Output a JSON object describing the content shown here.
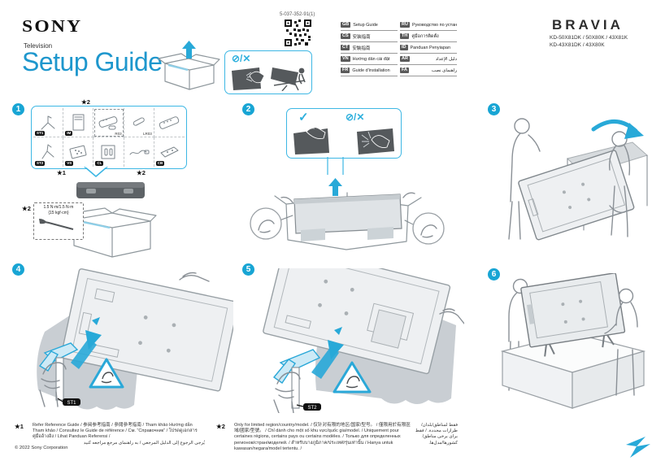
{
  "colors": {
    "accent_cyan": "#28a9d8",
    "title_blue": "#1e97cd",
    "dark_gray_art": "#55595c"
  },
  "page": {
    "brand": "SONY",
    "product_type": "Television",
    "title": "Setup Guide",
    "part_number": "5-037-352-91(1)",
    "logo": "BRAVIA",
    "models": [
      "KD-50X81DK / 50X80K / 43X81K",
      "KD-43X81DK / 43X80K"
    ],
    "copyright": "© 2022 Sony Corporation"
  },
  "languages": {
    "left": [
      {
        "code": "GB",
        "label": "Setup Guide"
      },
      {
        "code": "CS",
        "label": "安装指南"
      },
      {
        "code": "CT",
        "label": "安裝指南"
      },
      {
        "code": "VN",
        "label": "Hướng dẫn cài đặt"
      },
      {
        "code": "FR",
        "label": "Guide d'installation"
      }
    ],
    "right": [
      {
        "code": "RU",
        "label": "Руководство по установке"
      },
      {
        "code": "TH",
        "label": "คู่มือการติดตั้ง"
      },
      {
        "code": "ID",
        "label": "Panduan Penyiapan"
      },
      {
        "code": "AR",
        "label": "دليل الإعداد"
      },
      {
        "code": "FA",
        "label": "راهنمای نصب"
      }
    ]
  },
  "steps": [
    "1",
    "2",
    "3",
    "4",
    "5",
    "6"
  ],
  "symbols": {
    "check": "✓",
    "prohibit": "⊘/✕"
  },
  "accessories": {
    "star_top": "★2",
    "star_bottom_left": "★1",
    "star_bottom_right": "★2",
    "row1": [
      {
        "tag": "ST1",
        "sublabel": ""
      },
      {
        "tag": "IM",
        "sublabel": ""
      },
      {
        "tag": "",
        "sublabel": "R03"
      },
      {
        "tag": "",
        "sublabel": "LR03"
      },
      {
        "tag": "",
        "sublabel": ""
      }
    ],
    "row2": [
      {
        "tag": "ST2",
        "sublabel": ""
      },
      {
        "tag": "VS",
        "sublabel": ""
      },
      {
        "tag": "CL",
        "sublabel": ""
      },
      {
        "tag": "",
        "sublabel": ""
      },
      {
        "tag": "CB",
        "sublabel": ""
      }
    ]
  },
  "torque": {
    "star": "★2",
    "line1": "1.5 N·m/1.5 N·m",
    "line2": "{15 kgf·cm}"
  },
  "step_tags": {
    "s4": "ST1",
    "s5": "ST2"
  },
  "footnotes": {
    "star1": {
      "label": "★1",
      "text": "Refer Reference Guide / 参阅参考指南 / 參閱參考指南 / Tham khảo Hướng dẫn Tham khảo / Consultez le Guide de référence / См. “Справочник” / โปรดดูเอกสารคู่มืออ้างอิง / Lihat Panduan Referensi /",
      "text_rtl": "يُرجى الرجوع إلى الدليل المرجعي / به راهنمای مرجع مراجعه کنید"
    },
    "star2": {
      "label": "★2",
      "text": "Only for limited region/country/model. / 仅针对有限的地区/国家/型号。 / 僅限用於有限區域/國家/型號。 / Chỉ dành cho một số khu vực/quốc gia/model. / Uniquement pour certaines régions, certains pays ou certains modèles. / Только для определенных регионов/стран/моделей. / สำหรับบางภูมิภาค/ประเทศ/รุ่นเท่านั้น / Hanya untuk kawasan/negara/model tertentu. /",
      "text_rtl": "فقط لمناطق/بلدان/طرازات محددة. / فقط برای برخی مناطق/کشورها/مدل‌ها."
    }
  }
}
